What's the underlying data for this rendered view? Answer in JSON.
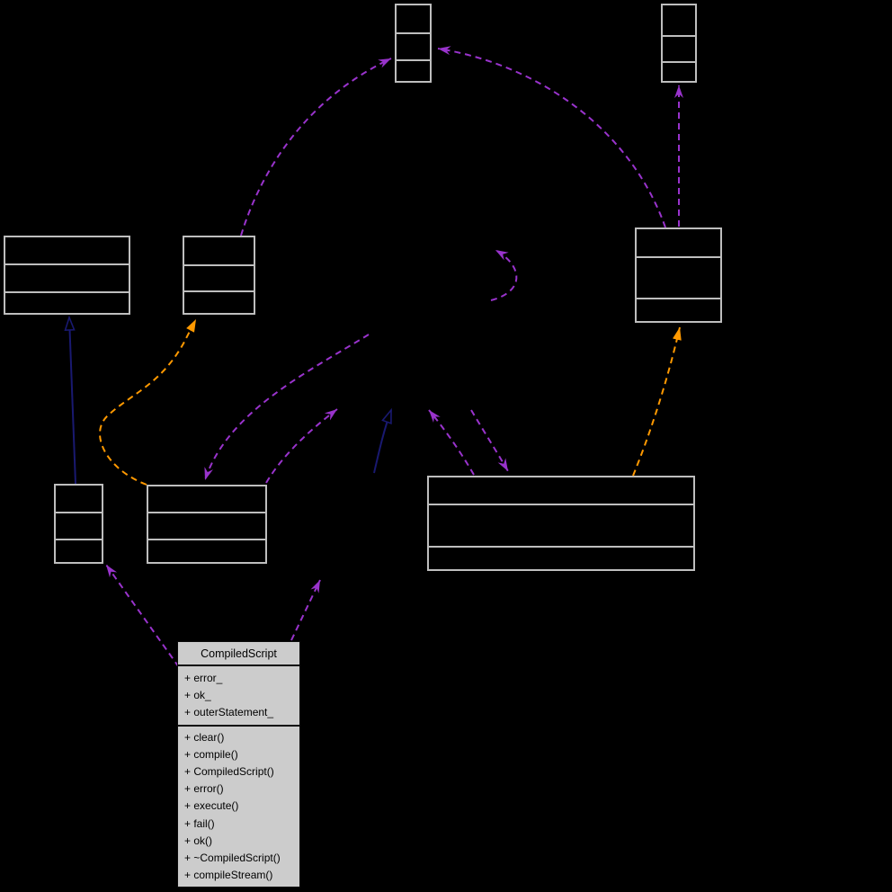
{
  "diagram": {
    "type": "uml-collaboration-diagram",
    "background_color": "#000000",
    "colors": {
      "node_border": "#BEBEBE",
      "main_node_fill": "#CCCCCC",
      "usage_edge_purple": "#9933CC",
      "template_edge_orange": "#FF9900",
      "inheritance_edge_navy": "#191970"
    },
    "main_class": {
      "name": "CompiledScript",
      "attributes": [
        "+ error_",
        "+ ok_",
        "+ outerStatement_"
      ],
      "methods": [
        "+ clear()",
        "+ compile()",
        "+ CompiledScript()",
        "+ error()",
        "+ execute()",
        "+ fail()",
        "+ ok()",
        "+ ~CompiledScript()",
        "+ compileStream()"
      ]
    }
  }
}
